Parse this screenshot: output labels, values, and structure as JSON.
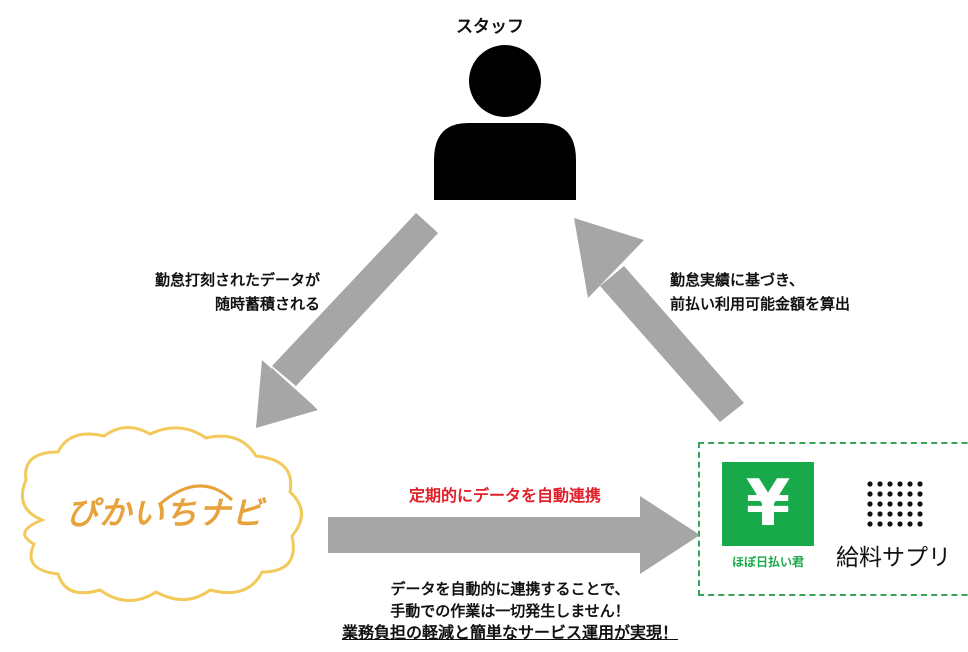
{
  "staff": {
    "label": "スタッフ",
    "icon": "person-icon"
  },
  "left_arrow_note": {
    "line1": "勤怠打刻されたデータが",
    "line2": "随時蓄積される"
  },
  "right_arrow_note": {
    "line1": "勤怠実績に基づき、",
    "line2": "前払い利用可能金額を算出"
  },
  "center_arrow_label": "定期的にデータを自動連携",
  "attendance_system": {
    "name": "ぴかいちナビ"
  },
  "partners": {
    "hobohi": {
      "symbol": "¥",
      "caption": "ほぼ日払い君"
    },
    "supli": {
      "name": "給料サプリ"
    }
  },
  "bottom_message": {
    "line1": "データを自動的に連携することで、",
    "line2": "手動での作業は一切発生しません！",
    "line3": "業務負担の軽減と簡単なサービス運用が実現！"
  },
  "colors": {
    "arrow": "#a6a6a6",
    "accent_red": "#e0202a",
    "cloud_stroke": "#f2c95a",
    "brand_green": "#18a94b",
    "dash_green": "#3aa35a"
  }
}
